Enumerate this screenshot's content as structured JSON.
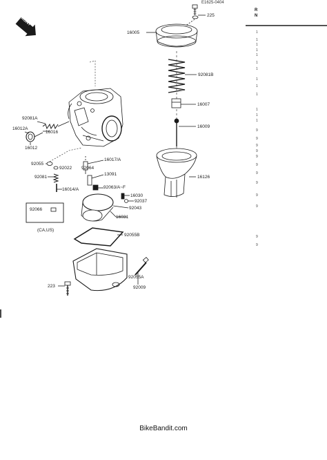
{
  "figure": {
    "ref_code": "E1625-0404",
    "front_label": "FRONT",
    "footer": "BikeBandit.com",
    "edge_letters": [
      "R",
      "N"
    ],
    "note": "(CA,US)"
  },
  "parts": [
    {
      "id": "p225",
      "label": "225"
    },
    {
      "id": "p16005",
      "label": "16005"
    },
    {
      "id": "p92081b",
      "label": "92081B"
    },
    {
      "id": "p16007",
      "label": "16007"
    },
    {
      "id": "p16009",
      "label": "16009"
    },
    {
      "id": "p16126",
      "label": "16126"
    },
    {
      "id": "p92081a",
      "label": "92081A"
    },
    {
      "id": "p16012a",
      "label": "16012A"
    },
    {
      "id": "p16016",
      "label": "16016"
    },
    {
      "id": "p16012",
      "label": "16012"
    },
    {
      "id": "p92055",
      "label": "92055"
    },
    {
      "id": "p92022",
      "label": "92022"
    },
    {
      "id": "p92064",
      "label": "92064"
    },
    {
      "id": "p16017a",
      "label": "16017/A"
    },
    {
      "id": "p13091",
      "label": "13091"
    },
    {
      "id": "p92081",
      "label": "92081"
    },
    {
      "id": "p16014a",
      "label": "16014/A"
    },
    {
      "id": "p92063af",
      "label": "92063/A~F"
    },
    {
      "id": "p16030",
      "label": "16030"
    },
    {
      "id": "p92037",
      "label": "92037"
    },
    {
      "id": "p92066",
      "label": "92066"
    },
    {
      "id": "p92043",
      "label": "92043"
    },
    {
      "id": "p16031",
      "label": "16031"
    },
    {
      "id": "p92055b",
      "label": "92055B"
    },
    {
      "id": "p223",
      "label": "223"
    },
    {
      "id": "p92055a",
      "label": "92055A"
    },
    {
      "id": "p92009",
      "label": "92009"
    }
  ],
  "edge_fragments": [
    "1",
    "1",
    "1",
    "1",
    "1",
    "1",
    "1",
    "1",
    "1",
    "1",
    "1",
    "1",
    "1",
    "9",
    "9",
    "9",
    "9",
    "9",
    "9",
    "9",
    "9",
    "9",
    "9",
    "9",
    "9"
  ]
}
